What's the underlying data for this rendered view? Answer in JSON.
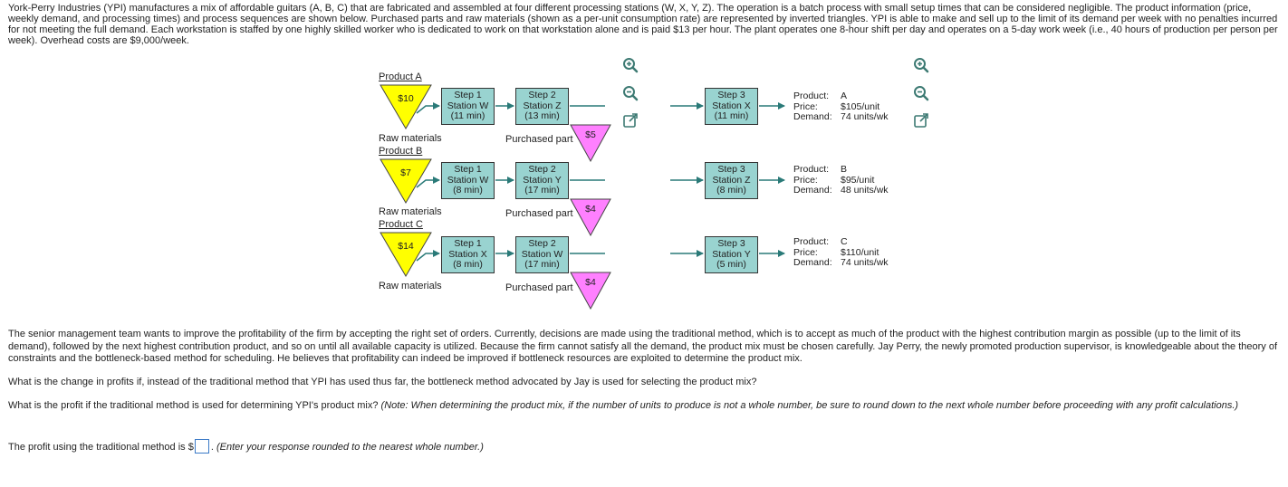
{
  "intro": "York-Perry Industries (YPI) manufactures a mix of affordable guitars (A, B, C) that are fabricated and assembled at four different processing stations (W, X, Y, Z). The operation is a batch process with small setup times that can be considered negligible. The product information (price, weekly demand, and processing times) and process sequences are shown below. Purchased parts and raw materials (shown as a per-unit consumption rate) are represented by inverted triangles. YPI is able to make and sell up to the limit of its demand per week with no penalties incurred for not meeting the full demand. Each workstation is staffed by one highly skilled worker who is dedicated to work on that workstation alone and is paid $13 per hour. The plant operates one 8-hour shift per day and operates on a 5-day work week (i.e., 40 hours of production per person per week). Overhead costs are $9,000/week.",
  "diagram": {
    "raw_label": "Raw materials",
    "purchased_label": "Purchased part",
    "colors": {
      "raw": "#ffff00",
      "purchased": "#ff80ff",
      "station": "#99d3d0",
      "arrow": "#2a7a78"
    },
    "products": [
      {
        "label": "Product A",
        "raw_cost": "$10",
        "purchased_cost": "$5",
        "step1": {
          "step": "Step 1",
          "station": "Station W",
          "time": "(11 min)"
        },
        "step2": {
          "step": "Step 2",
          "station": "Station Z",
          "time": "(13 min)"
        },
        "step3": {
          "step": "Step 3",
          "station": "Station X",
          "time": "(11 min)"
        },
        "info": {
          "product_key": "Product:",
          "product": "A",
          "price_key": "Price:",
          "price": "$105/unit",
          "demand_key": "Demand:",
          "demand": "74 units/wk"
        }
      },
      {
        "label": "Product B",
        "raw_cost": "$7",
        "purchased_cost": "$4",
        "step1": {
          "step": "Step 1",
          "station": "Station W",
          "time": "(8 min)"
        },
        "step2": {
          "step": "Step 2",
          "station": "Station Y",
          "time": "(17 min)"
        },
        "step3": {
          "step": "Step 3",
          "station": "Station Z",
          "time": "(8 min)"
        },
        "info": {
          "product_key": "Product:",
          "product": "B",
          "price_key": "Price:",
          "price": "$95/unit",
          "demand_key": "Demand:",
          "demand": "48 units/wk"
        }
      },
      {
        "label": "Product C",
        "raw_cost": "$14",
        "purchased_cost": "$4",
        "step1": {
          "step": "Step 1",
          "station": "Station X",
          "time": "(8 min)"
        },
        "step2": {
          "step": "Step 2",
          "station": "Station W",
          "time": "(17 min)"
        },
        "step3": {
          "step": "Step 3",
          "station": "Station Y",
          "time": "(5 min)"
        },
        "info": {
          "product_key": "Product:",
          "product": "C",
          "price_key": "Price:",
          "price": "$110/unit",
          "demand_key": "Demand:",
          "demand": "74 units/wk"
        }
      }
    ]
  },
  "paragraph2": "The senior management team wants to improve the profitability of the firm by accepting the right set of orders. Currently, decisions are made using the traditional method, which is to accept as much of the product with the highest contribution margin as possible (up to the limit of its demand), followed by the next highest contribution product, and so on until all available capacity is utilized. Because the firm cannot satisfy all the demand, the product mix must be chosen carefully. Jay Perry, the newly promoted production supervisor, is knowledgeable about the theory of constraints and the bottleneck-based method for scheduling. He believes that profitability can indeed be improved if bottleneck resources are exploited to determine the product mix.",
  "question1": "What is the change in profits if, instead of the traditional method that YPI has used thus far, the bottleneck method advocated by Jay is used for selecting the product mix?",
  "question2_main": "What is the profit if the traditional method is used for determining YPI's product mix?",
  "question2_note": "(Note: When determining the product mix, if the number of units to produce is not a whole number, be sure to round down to the next whole number before proceeding with any profit calculations.)",
  "answer": {
    "prefix": "The profit using the traditional method is $",
    "value": "",
    "suffix": ".",
    "hint": "(Enter your response rounded to the nearest whole number.)"
  }
}
